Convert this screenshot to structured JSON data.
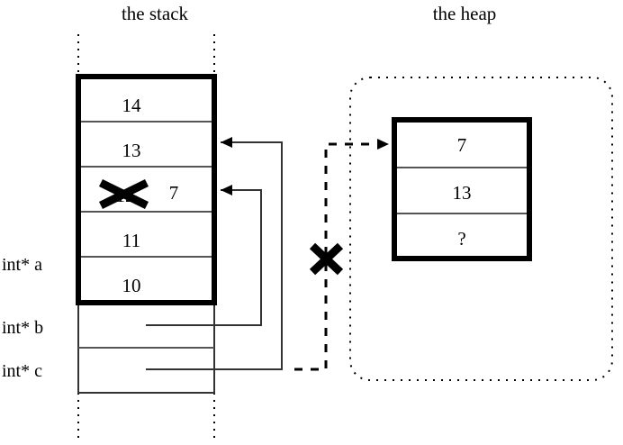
{
  "titles": {
    "stack": "the stack",
    "heap": "the heap"
  },
  "stack": {
    "frame_cells": [
      {
        "value": "14"
      },
      {
        "value": "13"
      },
      {
        "value": "12",
        "struck": true,
        "replacement": "7"
      },
      {
        "value": "11"
      },
      {
        "value": "10"
      }
    ],
    "variables": [
      {
        "label": "int* a"
      },
      {
        "label": "int* b"
      },
      {
        "label": "int* c"
      }
    ]
  },
  "heap": {
    "cells": [
      {
        "value": "7"
      },
      {
        "value": "13"
      },
      {
        "value": "?"
      }
    ]
  },
  "annotations": {
    "strike_marks": [
      {
        "name": "struck-value-12"
      },
      {
        "name": "broken-heap-pointer"
      }
    ]
  },
  "colors": {
    "stroke": "#000000",
    "cell_rule": "#555555",
    "background": "#ffffff"
  }
}
